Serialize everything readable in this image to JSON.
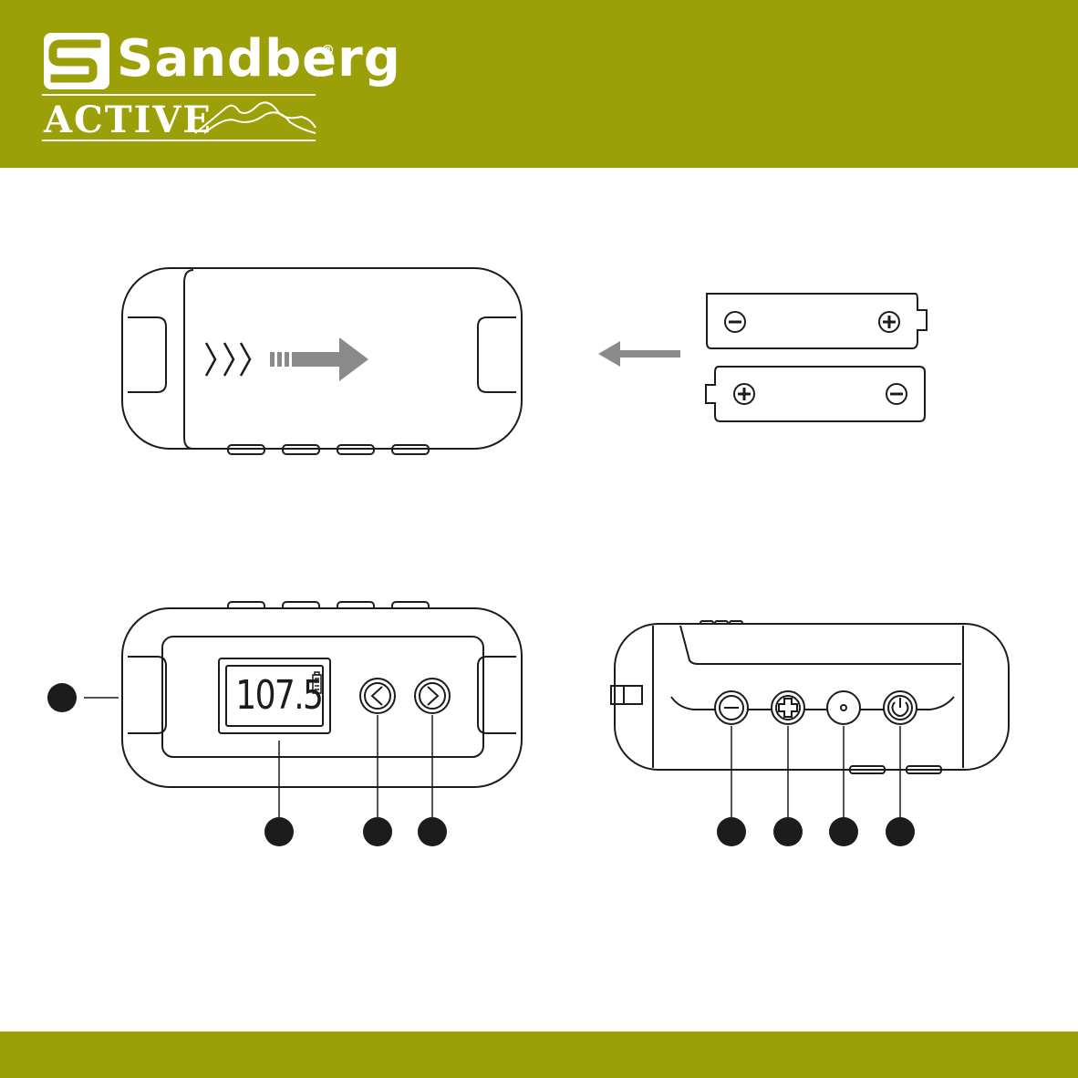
{
  "brand": {
    "name": "Sandberg",
    "registered_mark": "®",
    "sub_brand": "ACTIVE",
    "color": "#9ba008"
  },
  "display": {
    "frequency_readout": "107.5"
  },
  "icons": [
    "sandberg-s-logo-icon",
    "mountain-icon",
    "triple-chevron-icon",
    "dashed-arrow-icon",
    "left-arrow-icon",
    "battery-icon",
    "minus-icon",
    "plus-icon",
    "left-chevron-icon",
    "right-chevron-icon",
    "power-icon",
    "dot-icon"
  ]
}
